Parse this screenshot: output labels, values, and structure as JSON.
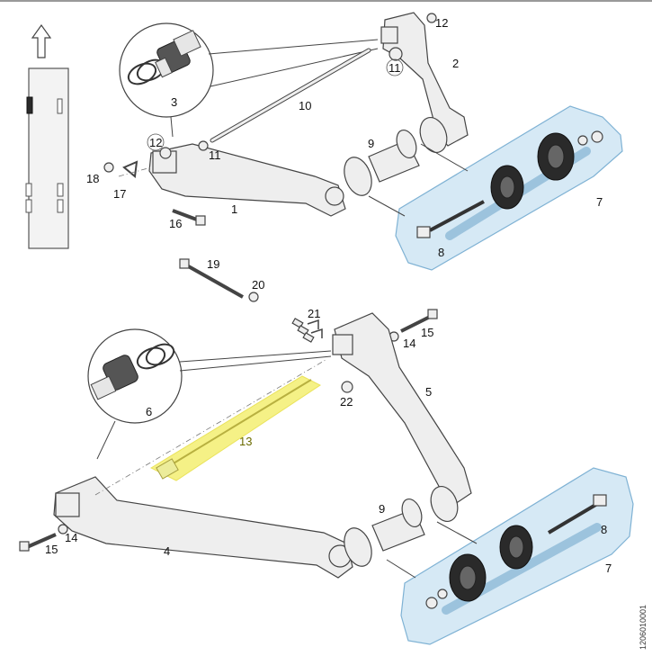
{
  "figure": {
    "doc_code": "1206010001",
    "highlight_color": "#f5f07a",
    "kit_color": "#d6e9f5",
    "callouts": [
      {
        "id": "1"
      },
      {
        "id": "2"
      },
      {
        "id": "3"
      },
      {
        "id": "4"
      },
      {
        "id": "5"
      },
      {
        "id": "6"
      },
      {
        "id": "7"
      },
      {
        "id": "8"
      },
      {
        "id": "9"
      },
      {
        "id": "10"
      },
      {
        "id": "11"
      },
      {
        "id": "12"
      },
      {
        "id": "13"
      },
      {
        "id": "14"
      },
      {
        "id": "15"
      },
      {
        "id": "16"
      },
      {
        "id": "17"
      },
      {
        "id": "18"
      },
      {
        "id": "19"
      },
      {
        "id": "20"
      },
      {
        "id": "21"
      },
      {
        "id": "22"
      }
    ],
    "icons": [
      "direction-arrow-icon",
      "vehicle-outline-icon"
    ]
  }
}
